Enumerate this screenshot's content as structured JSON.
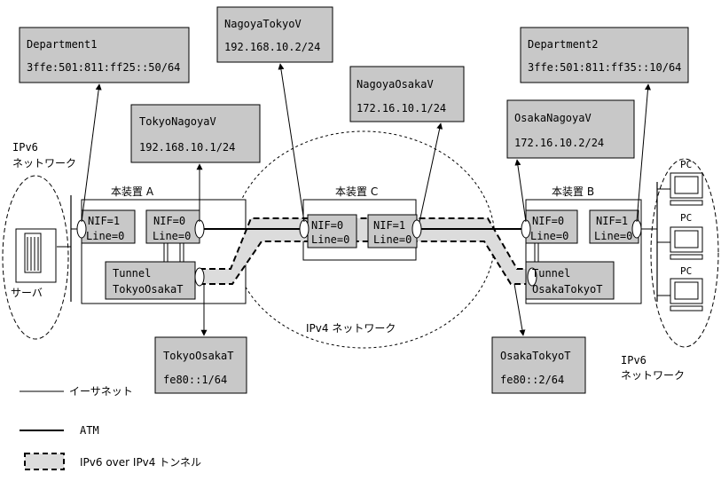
{
  "labels": {
    "department1": {
      "name": "Department1",
      "address": "3ffe:501:811:ff25::50/64"
    },
    "nagoya_tokyo_v": {
      "name": "NagoyaTokyoV",
      "address": "192.168.10.2/24"
    },
    "nagoya_osaka_v": {
      "name": "NagoyaOsakaV",
      "address": "172.16.10.1/24"
    },
    "department2": {
      "name": "Department2",
      "address": "3ffe:501:811:ff35::10/64"
    },
    "tokyo_nagoya_v": {
      "name": "TokyoNagoyaV",
      "address": "192.168.10.1/24"
    },
    "osaka_nagoya_v": {
      "name": "OsakaNagoyaV",
      "address": "172.16.10.2/24"
    },
    "tokyo_osaka_t": {
      "name": "TokyoOsakaT",
      "address": "fe80::1/64"
    },
    "osaka_tokyo_t": {
      "name": "OsakaTokyoT",
      "address": "fe80::2/64"
    }
  },
  "devices": {
    "a": {
      "title": "本装置 A",
      "nif1": "NIF=1",
      "line1": "Line=0",
      "nif0": "NIF=0",
      "line0": "Line=0",
      "tunnel1": "Tunnel",
      "tunnel2": "TokyoOsakaT"
    },
    "b": {
      "title": "本装置 B",
      "nif0": "NIF=0",
      "line0": "Line=0",
      "nif1": "NIF=1",
      "line1": "Line=0",
      "tunnel1": "Tunnel",
      "tunnel2": "OsakaTokyoT"
    },
    "c": {
      "title": "本装置 C",
      "nif0": "NIF=0",
      "line0": "Line=0",
      "nif1": "NIF=1",
      "line1": "Line=0"
    }
  },
  "networks": {
    "ipv6_left_1": "IPv6",
    "ipv6_left_2": "ネットワーク",
    "ipv4": "IPv4 ネットワーク",
    "ipv6_right_1": "IPv6",
    "ipv6_right_2": "ネットワーク"
  },
  "server_label": "サーバ",
  "pc_labels": [
    "PC",
    "PC",
    "PC"
  ],
  "legend": {
    "ethernet": "イーサネット",
    "atm": "ATM",
    "tunnel": "IPv6 over IPv4 トンネル"
  },
  "colors": {
    "box_fill": "#c8c8c8",
    "tunnel_fill": "#dcdcdc",
    "line": "#000000"
  }
}
